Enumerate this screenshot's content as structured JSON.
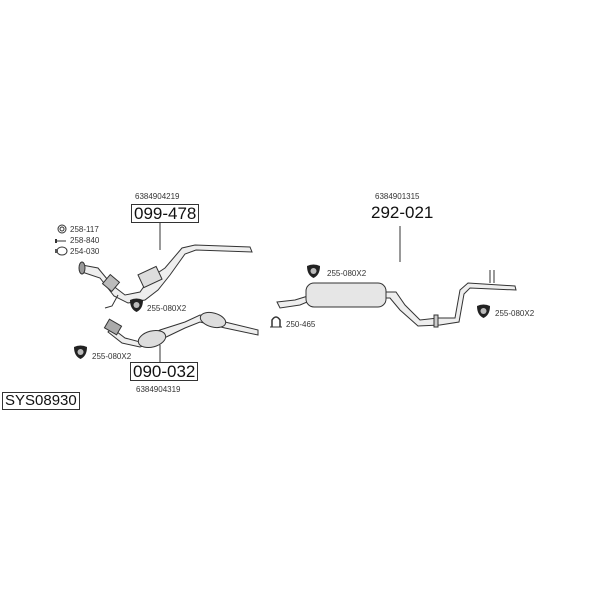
{
  "system_code": "SYS08930",
  "front_pipe": {
    "oe_number": "6384904219",
    "part_number": "099-478"
  },
  "catalyst_pipe": {
    "oe_number": "6384904319",
    "part_number": "090-032"
  },
  "rear_silencer": {
    "oe_number": "6384901315",
    "part_number": "292-021"
  },
  "accessories": [
    {
      "icon": "ring-gasket-icon",
      "label": "258-117"
    },
    {
      "icon": "bolt-icon",
      "label": "258-840"
    },
    {
      "icon": "clamp-icon",
      "label": "254-030"
    },
    {
      "icon": "rubber-mount-icon",
      "label": "255-080X2"
    },
    {
      "icon": "rubber-mount-icon",
      "label": "255-080X2"
    },
    {
      "icon": "rubber-mount-icon",
      "label": "255-080X2"
    },
    {
      "icon": "u-clamp-icon",
      "label": "250-465"
    },
    {
      "icon": "rubber-mount-icon",
      "label": "255-080X2"
    }
  ]
}
